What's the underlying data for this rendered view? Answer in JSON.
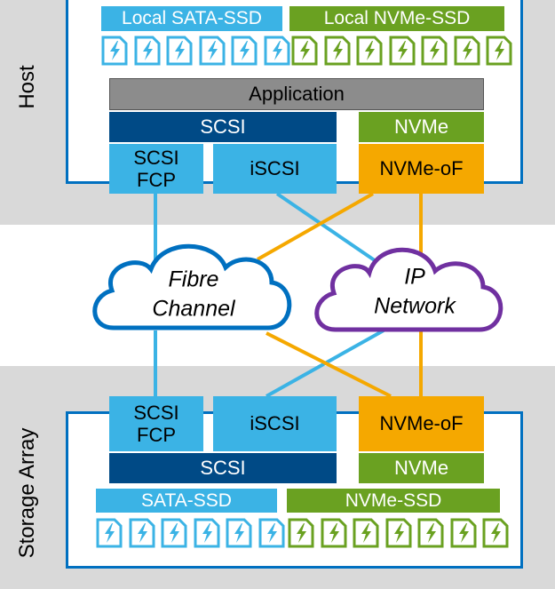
{
  "host": {
    "label": "Host",
    "local_sata_label": "Local SATA-SSD",
    "local_nvme_label": "Local NVMe-SSD",
    "application": "Application",
    "scsi": "SCSI",
    "nvme": "NVMe",
    "scsi_fcp_line1": "SCSI",
    "scsi_fcp_line2": "FCP",
    "iscsi": "iSCSI",
    "nvme_of": "NVMe-oF"
  },
  "network": {
    "fibre_line1": "Fibre",
    "fibre_line2": "Channel",
    "ip_line1": "IP",
    "ip_line2": "Network"
  },
  "storage": {
    "label": "Storage Array",
    "scsi_fcp_line1": "SCSI",
    "scsi_fcp_line2": "FCP",
    "iscsi": "iSCSI",
    "nvme_of": "NVMe-oF",
    "scsi": "SCSI",
    "nvme": "NVMe",
    "sata_label": "SATA-SSD",
    "nvme_label": "NVMe-SSD"
  },
  "colors": {
    "sata": "#3bb3e5",
    "nvme_green": "#6aa121",
    "scsi_dark": "#004a86",
    "nvme_of_orange": "#f5a800",
    "fibre_blue": "#0070c0",
    "ip_purple": "#7030a0"
  },
  "icons": {
    "ssd": "ssd-lightning-icon",
    "fibre_cloud": "cloud-icon",
    "ip_cloud": "cloud-icon"
  }
}
